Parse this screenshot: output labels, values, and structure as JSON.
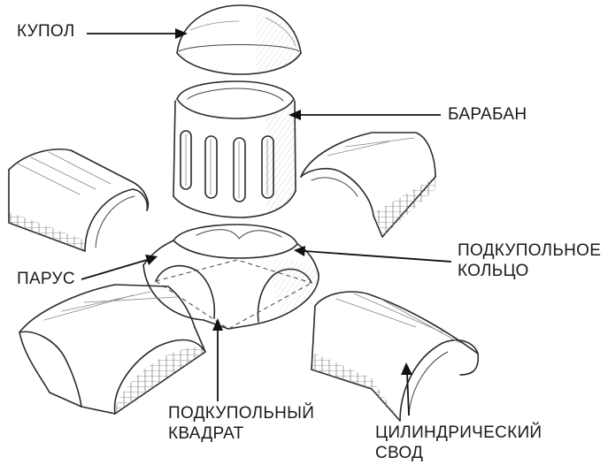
{
  "labels": {
    "kupol": "КУПОЛ",
    "baraban": "БАРАБАН",
    "parus": "ПАРУС",
    "ring_line1": "ПОДКУПОЛЬНОЕ",
    "ring_line2": "КОЛЬЦО",
    "square_line1": "ПОДКУПОЛЬНЫЙ",
    "square_line2": "КВАДРАТ",
    "vault_line1": "ЦИЛИНДРИЧЕСКИЙ",
    "vault_line2": "СВОД"
  },
  "colors": {
    "ink": "#2b2b2b",
    "paper": "#ffffff",
    "arrow": "#111111"
  }
}
